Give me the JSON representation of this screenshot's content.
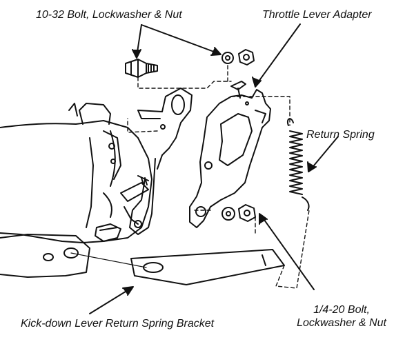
{
  "labels": {
    "bolt_small": "10-32 Bolt, Lockwasher & Nut",
    "throttle_adapter": "Throttle Lever Adapter",
    "return_spring": "Return Spring",
    "kickdown_bracket": "Kick-down Lever Return Spring Bracket",
    "bolt_large_line1": "1/4-20 Bolt,",
    "bolt_large_line2": "Lockwasher & Nut"
  },
  "colors": {
    "ink": "#111111",
    "paper": "#ffffff"
  }
}
